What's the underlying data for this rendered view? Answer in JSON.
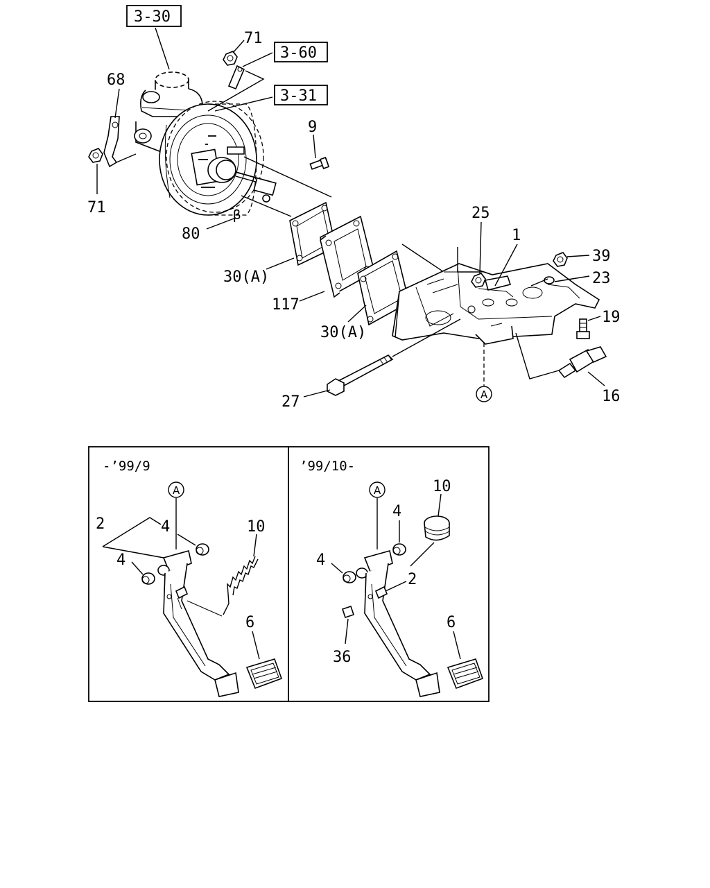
{
  "refs": {
    "r330": "3-30",
    "r360": "3-60",
    "r331": "3-31"
  },
  "callouts": {
    "c71_top": "71",
    "c68": "68",
    "c71_left": "71",
    "c9": "9",
    "c80": "80",
    "c30a_1": "30(A)",
    "c117": "117",
    "c30a_2": "30(A)",
    "c25": "25",
    "c1": "1",
    "c39": "39",
    "c23": "23",
    "c19": "19",
    "c16": "16",
    "c27": "27",
    "beta": "β"
  },
  "markers": {
    "a_main": "A",
    "a_left": "A",
    "a_right": "A"
  },
  "inset_left": {
    "header": "-’99/9",
    "c2": "2",
    "c4_top": "4",
    "c4_low": "4",
    "c10": "10",
    "c6": "6"
  },
  "inset_right": {
    "header": "’99/10-",
    "c10": "10",
    "c4_top": "4",
    "c4_low": "4",
    "c2": "2",
    "c36": "36",
    "c6": "6"
  }
}
